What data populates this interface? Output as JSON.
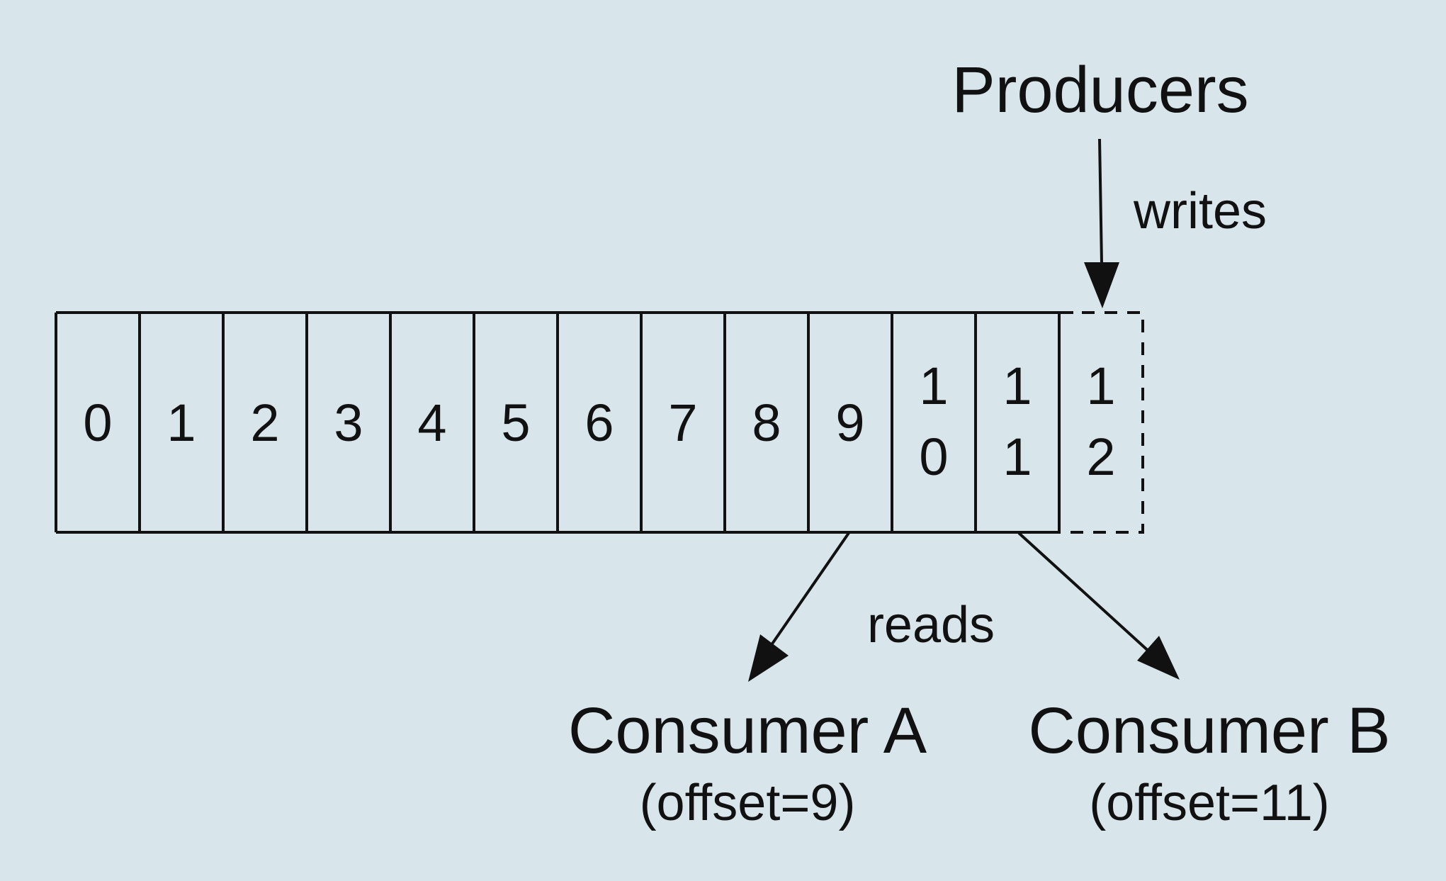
{
  "producers": {
    "label": "Producers",
    "action": "writes"
  },
  "log": {
    "cells": [
      {
        "lines": [
          "0"
        ]
      },
      {
        "lines": [
          "1"
        ]
      },
      {
        "lines": [
          "2"
        ]
      },
      {
        "lines": [
          "3"
        ]
      },
      {
        "lines": [
          "4"
        ]
      },
      {
        "lines": [
          "5"
        ]
      },
      {
        "lines": [
          "6"
        ]
      },
      {
        "lines": [
          "7"
        ]
      },
      {
        "lines": [
          "8"
        ]
      },
      {
        "lines": [
          "9"
        ]
      },
      {
        "lines": [
          "1",
          "0"
        ]
      },
      {
        "lines": [
          "1",
          "1"
        ]
      },
      {
        "lines": [
          "1",
          "2"
        ],
        "pending": true
      }
    ]
  },
  "read_label": "reads",
  "consumers": [
    {
      "name": "Consumer A",
      "offset_text": "(offset=9)",
      "offset": 9
    },
    {
      "name": "Consumer B",
      "offset_text": "(offset=11)",
      "offset": 11
    }
  ],
  "colors": {
    "background": "#d8e6ec",
    "ink": "#111111"
  }
}
